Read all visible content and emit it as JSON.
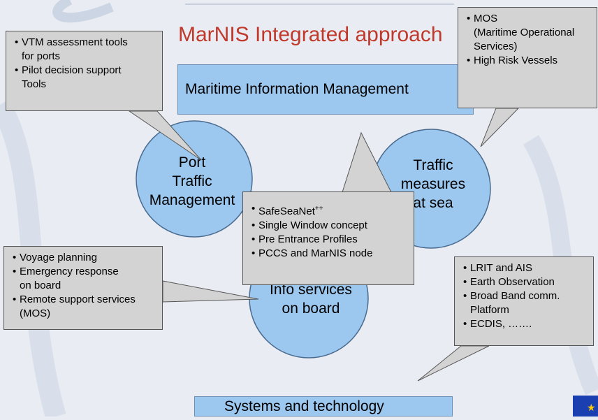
{
  "title": "MarNIS Integrated approach",
  "boxes": {
    "top": "Maritime Information Management",
    "bottom": "Systems and technology"
  },
  "circles": {
    "port": [
      "Port",
      "Traffic",
      "Management"
    ],
    "traffic": [
      "Traffic",
      "measures",
      "at sea"
    ],
    "info": [
      "Info services",
      "on board"
    ]
  },
  "callouts": {
    "top_left": [
      "VTM assessment tools",
      "for ports",
      "Pilot decision support",
      "Tools"
    ],
    "top_right": [
      "MOS",
      "(Maritime Operational",
      "Services)",
      "High Risk Vessels"
    ],
    "center": [
      "SafeSeaNet",
      "Single Window concept",
      "Pre Entrance Profiles",
      "PCCS and MarNIS node"
    ],
    "center_sup": "++",
    "left": [
      "Voyage planning",
      "Emergency response",
      "on board",
      "Remote support services",
      "(MOS)"
    ],
    "right": [
      "LRIT and AIS",
      "Earth Observation",
      "Broad Band comm.",
      "Platform",
      "ECDIS, ……."
    ]
  },
  "colors": {
    "background": "#e9edf3",
    "title": "#c0392b",
    "circle_fill": "#9cc8f0",
    "box_fill": "#9cc8f0",
    "callout_fill": "#d3d3d3"
  },
  "icons": {
    "eu_flag": "eu-flag-icon"
  }
}
